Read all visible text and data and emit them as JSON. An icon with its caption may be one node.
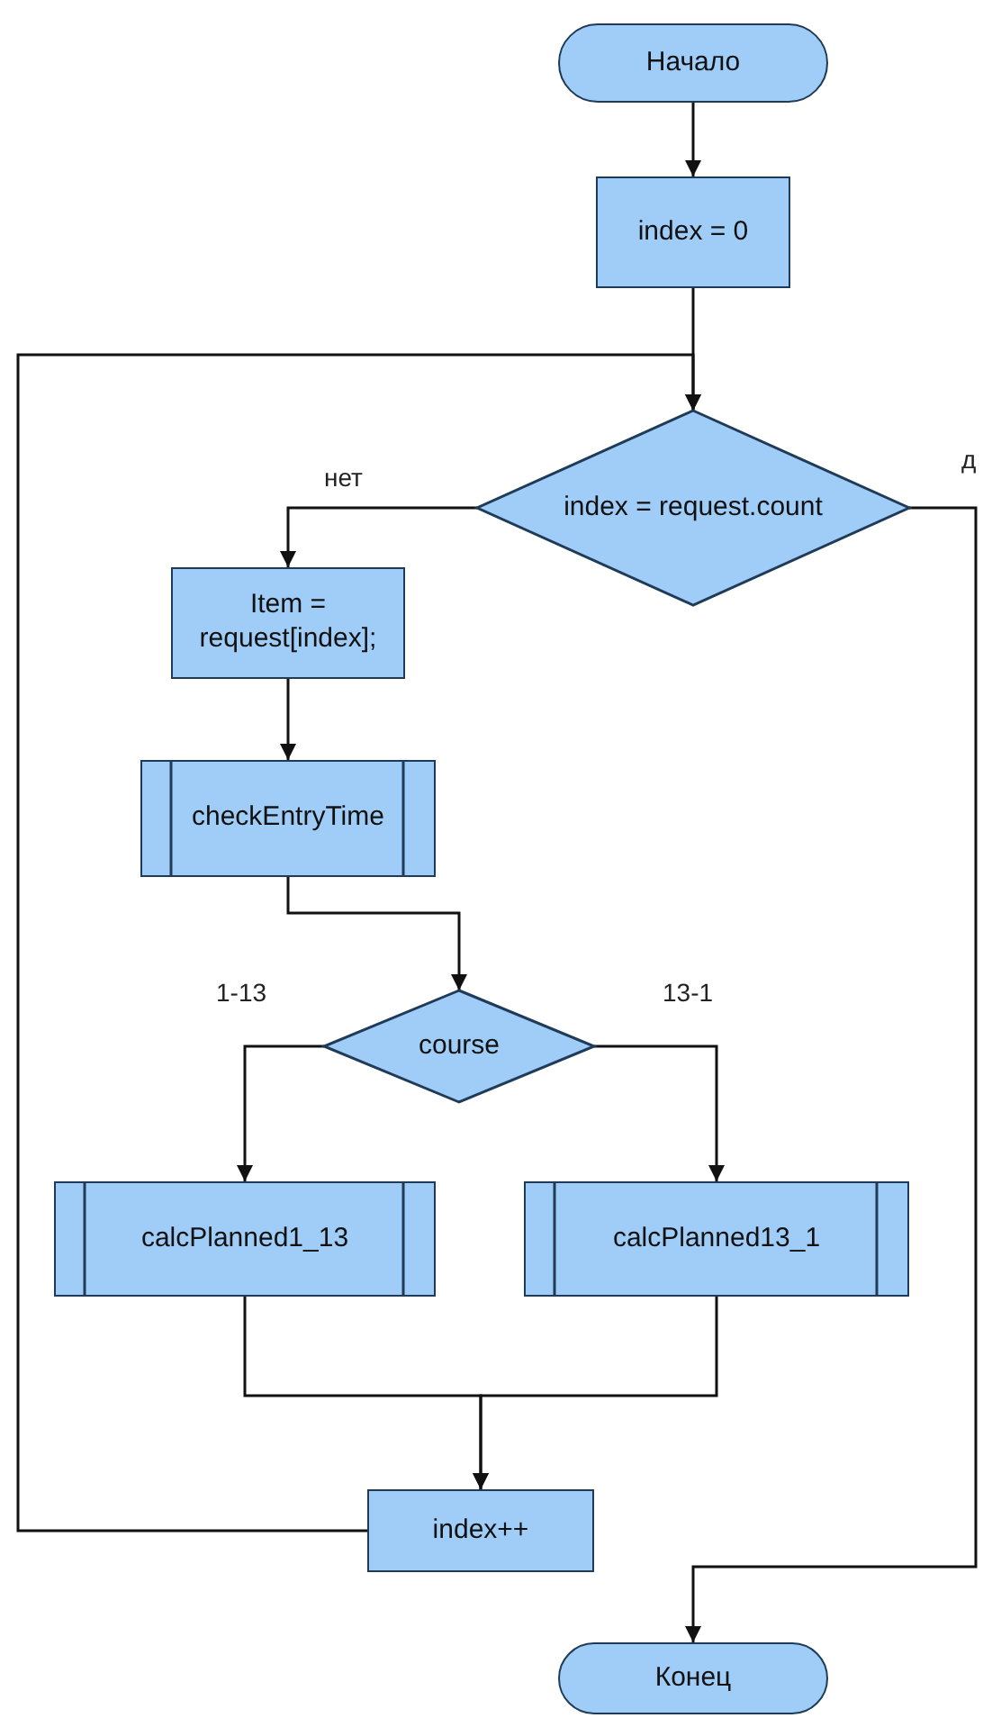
{
  "diagram": {
    "nodes": [
      {
        "text": [
          "Начало"
        ]
      },
      {
        "text": [
          "index = 0"
        ]
      },
      {
        "text": [
          "index = request.count"
        ]
      },
      {
        "text": [
          "Item = request[index];"
        ]
      },
      {
        "text": [
          "checkEntryTime"
        ]
      },
      {
        "text": [
          "course"
        ]
      },
      {
        "text": [
          "calcPlanned1_13"
        ]
      },
      {
        "text": [
          "calcPlanned13_1"
        ]
      },
      {
        "text": [
          "index++"
        ]
      },
      {
        "text": [
          "Конец"
        ]
      }
    ],
    "edges": [
      {
        "from": 0,
        "to": 1,
        "arrow": "to"
      },
      {
        "from": 1,
        "to": 2,
        "arrow": "to"
      },
      {
        "from": 8,
        "to": 2,
        "arrow": "to"
      },
      {
        "from": 2,
        "to": 3,
        "arrow": "to",
        "label": "нет"
      },
      {
        "from": 2,
        "to": 9,
        "arrow": "to",
        "label": "д"
      },
      {
        "from": 3,
        "to": 4,
        "arrow": "to"
      },
      {
        "from": 4,
        "to": 5,
        "arrow": "to"
      },
      {
        "from": 5,
        "to": 6,
        "arrow": "to",
        "label": "1-13"
      },
      {
        "from": 5,
        "to": 7,
        "arrow": "to",
        "label": "13-1"
      },
      {
        "from": 6,
        "to": 8,
        "arrow": "to"
      },
      {
        "from": 7,
        "to": 8,
        "arrow": "to"
      }
    ]
  }
}
